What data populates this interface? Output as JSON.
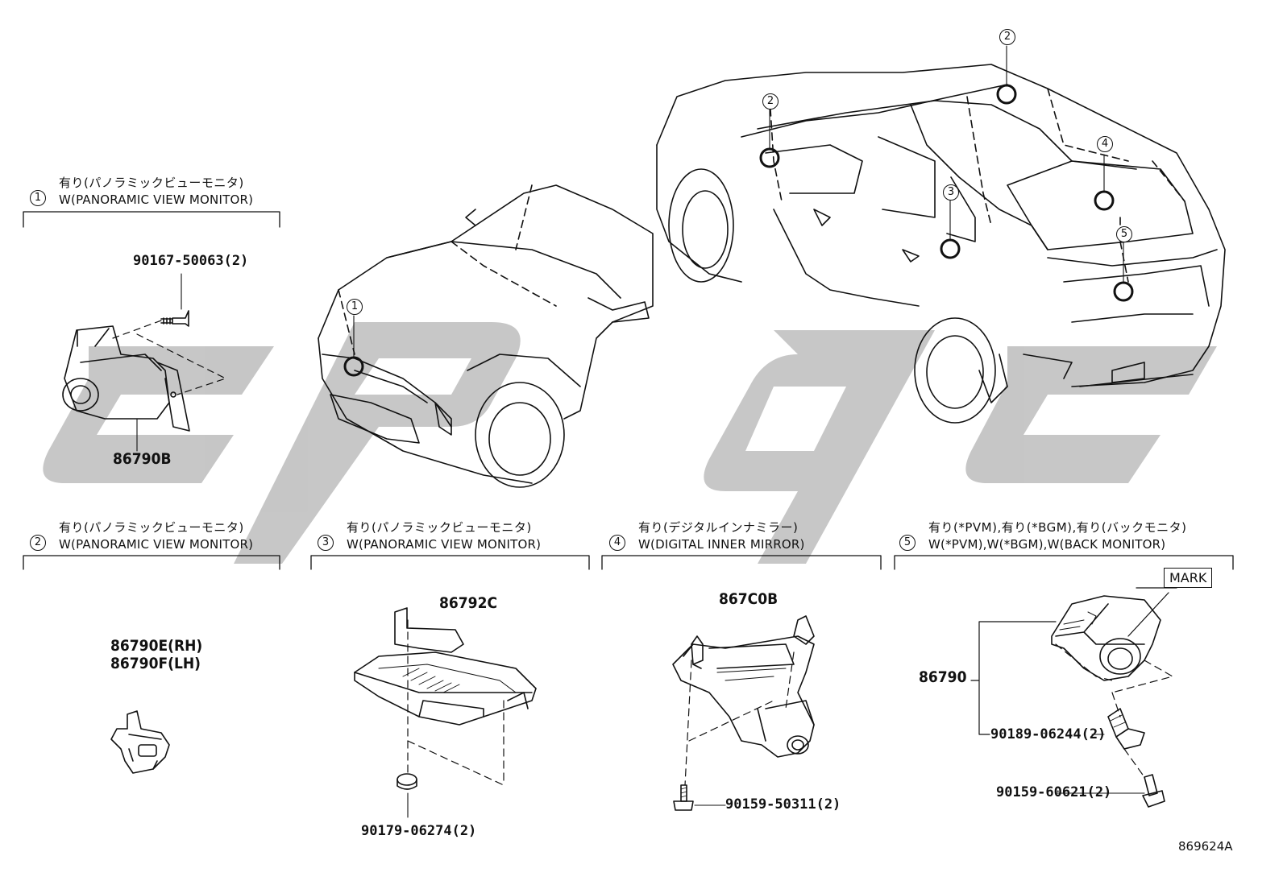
{
  "watermark_text": "cpgc",
  "callouts": [
    "1",
    "2",
    "2",
    "3",
    "4",
    "5"
  ],
  "sections": [
    {
      "num": "1",
      "jp": "有り(パノラミックビューモニタ)",
      "en": "W(PANORAMIC VIEW MONITOR)"
    },
    {
      "num": "2",
      "jp": "有り(パノラミックビューモニタ)",
      "en": "W(PANORAMIC VIEW MONITOR)"
    },
    {
      "num": "3",
      "jp": "有り(パノラミックビューモニタ)",
      "en": "W(PANORAMIC VIEW MONITOR)"
    },
    {
      "num": "4",
      "jp": "有り(デジタルインナミラー)",
      "en": "W(DIGITAL INNER MIRROR)"
    },
    {
      "num": "5",
      "jp": "有り(*PVM),有り(*BGM),有り(バックモニタ)",
      "en": "W(*PVM),W(*BGM),W(BACK MONITOR)"
    }
  ],
  "parts": {
    "p1_screw": "90167-50063(2)",
    "p1_camera": "86790B",
    "p2_rh": "86790E(RH)",
    "p2_lh": "86790F(LH)",
    "p3_ecu": "86792C",
    "p3_nut": "90179-06274(2)",
    "p4_camera": "867C0B",
    "p4_screw": "90159-50311(2)",
    "p5_camera": "86790",
    "p5_clip": "90189-06244(2)",
    "p5_screw": "90159-60621(2)",
    "p5_mark": "MARK"
  },
  "diagram_id": "869624A"
}
